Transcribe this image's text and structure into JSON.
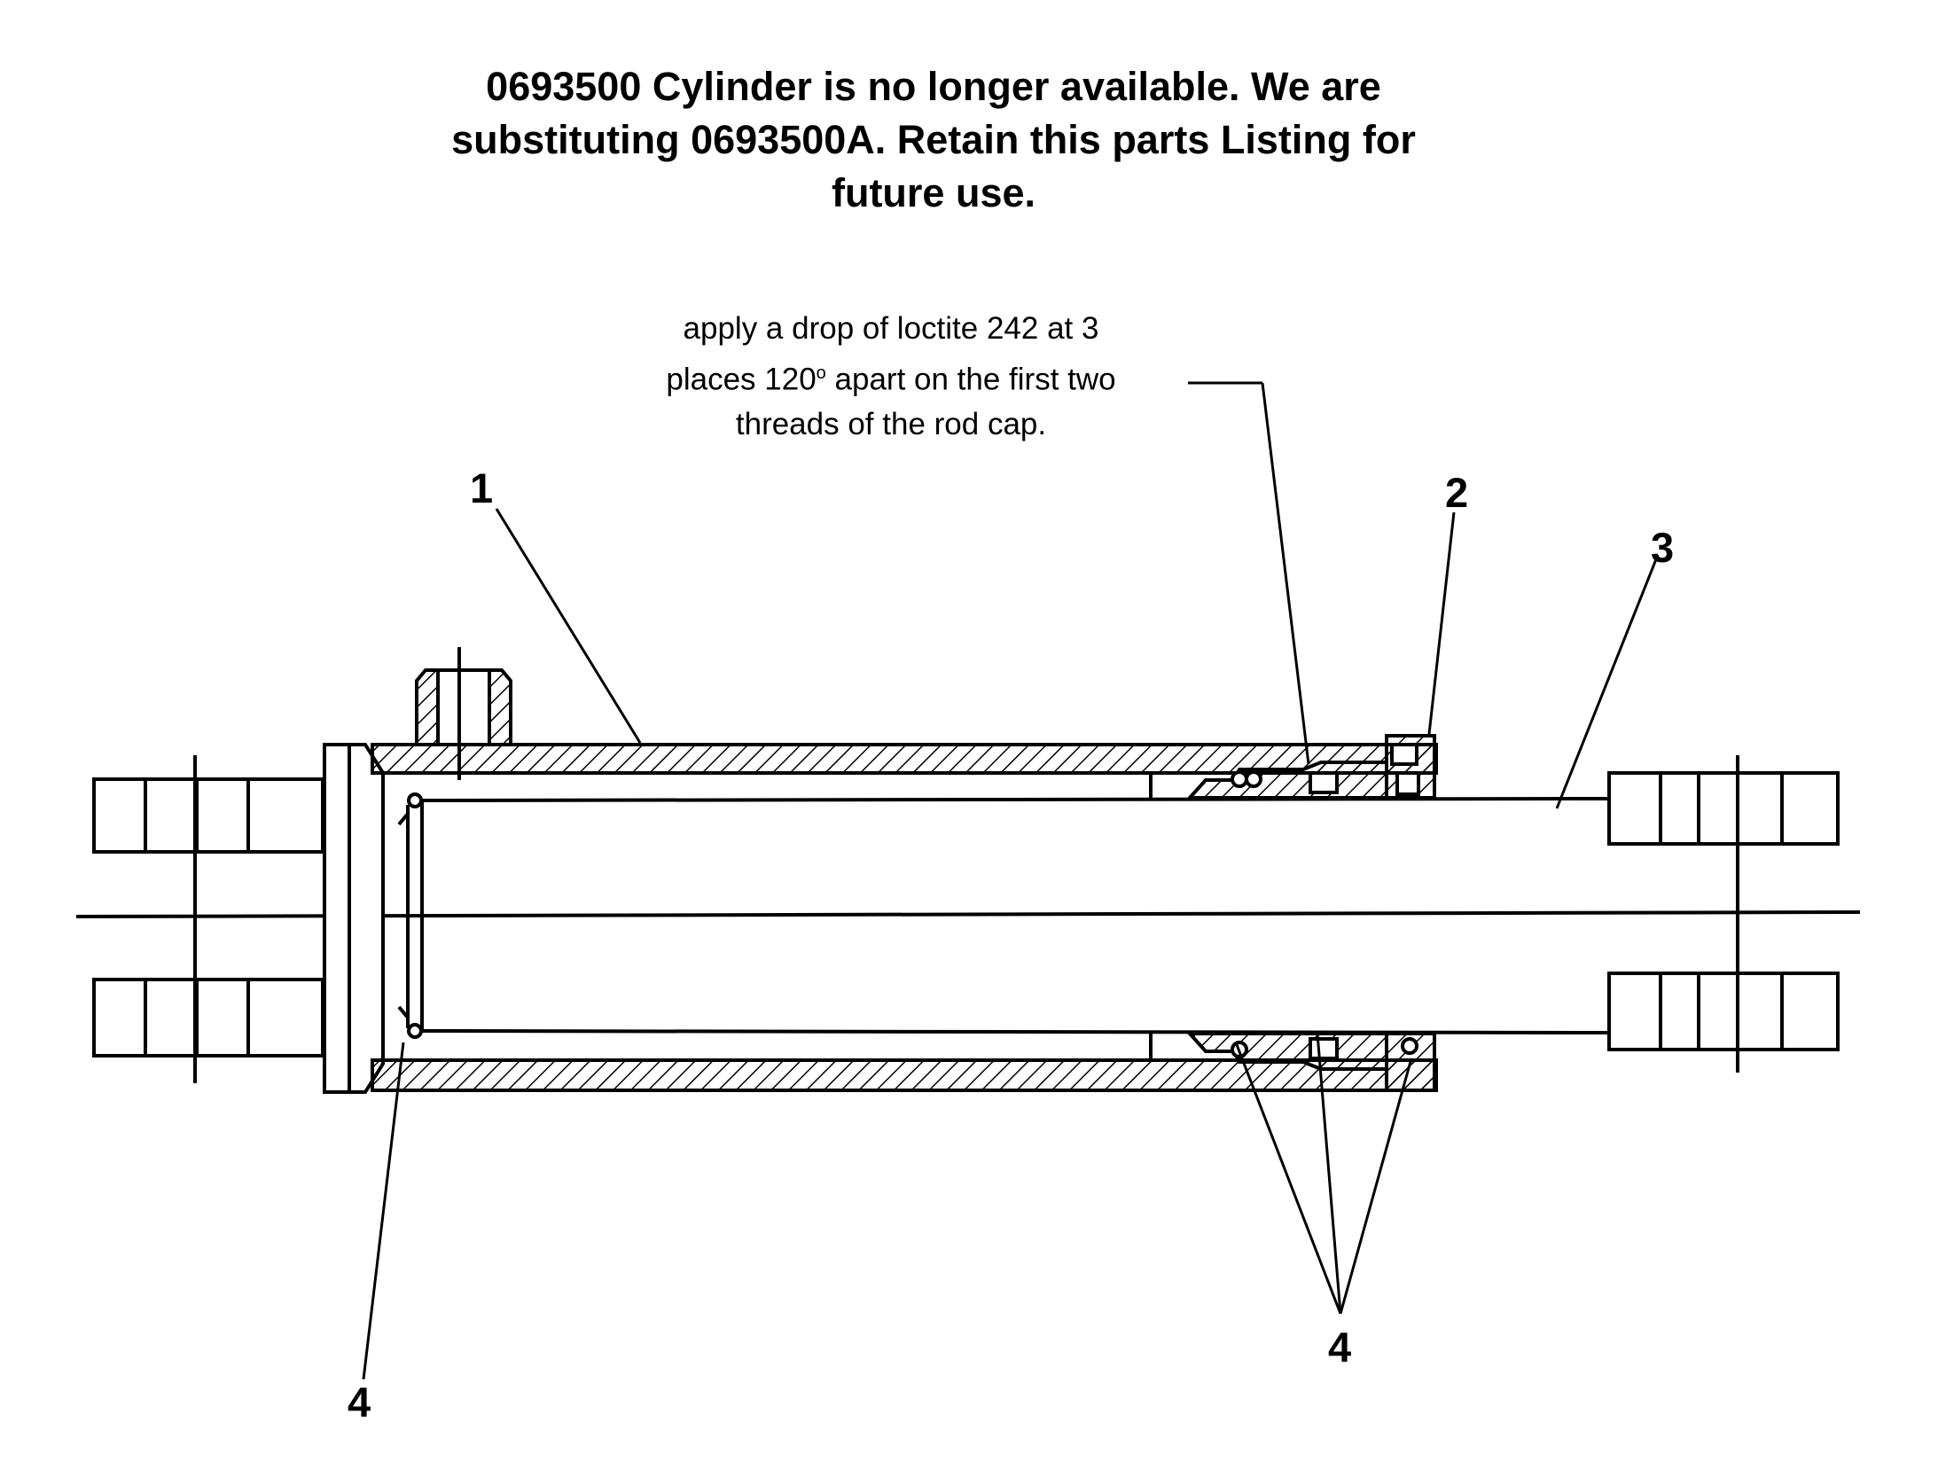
{
  "header": {
    "lines": [
      "0693500 Cylinder is no longer available. We are",
      "substituting 0693500A. Retain this parts Listing for",
      "future use."
    ]
  },
  "note": {
    "line1": "apply a drop of loctite 242 at 3",
    "line2_prefix": "places 120",
    "line2_degree": "o",
    "line2_suffix": " apart on the first two",
    "line3": "threads of the rod cap."
  },
  "callouts": {
    "barrel": "1",
    "rod_cap": "2",
    "rod": "3",
    "seal_left": "4",
    "seals_right": "4"
  }
}
